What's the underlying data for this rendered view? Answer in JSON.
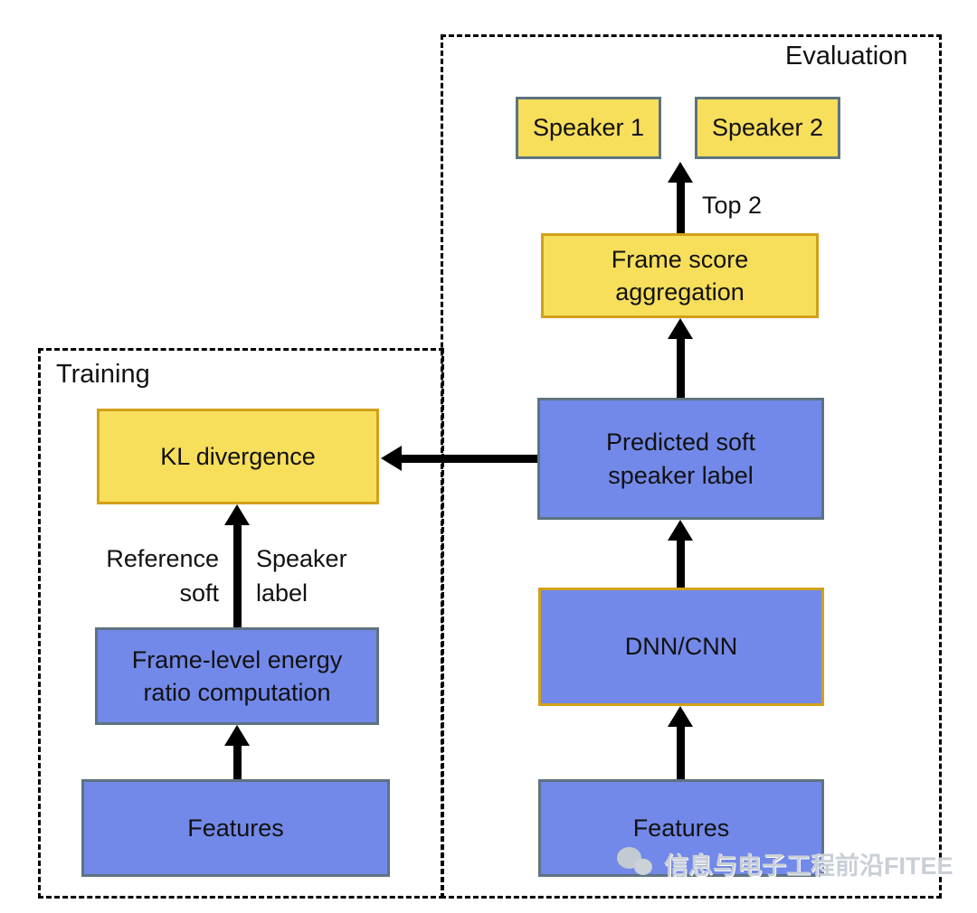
{
  "diagram": {
    "regions": {
      "training": {
        "label": "Training"
      },
      "evaluation": {
        "label": "Evaluation"
      }
    },
    "nodes": {
      "speaker1": {
        "label": "Speaker 1",
        "fill": "#f7de5b",
        "border": "#5e7380"
      },
      "speaker2": {
        "label": "Speaker 2",
        "fill": "#f7de5b",
        "border": "#5e7380"
      },
      "frame_score_aggregation": {
        "lines": [
          "Frame score",
          "aggregation"
        ],
        "fill": "#f7de5b",
        "border": "#d2a117"
      },
      "predicted_soft_speaker_label": {
        "lines": [
          "Predicted soft",
          "speaker label"
        ],
        "fill": "#7289e9",
        "border": "#5e7380"
      },
      "kl_divergence": {
        "label": "KL divergence",
        "fill": "#f7de5b",
        "border": "#d2a117"
      },
      "frame_level_energy_ratio": {
        "lines": [
          "Frame-level energy",
          "ratio computation"
        ],
        "fill": "#7289e9",
        "border": "#5e7380"
      },
      "features_left": {
        "label": "Features",
        "fill": "#7289e9",
        "border": "#5e7380"
      },
      "dnn_cnn": {
        "label": "DNN/CNN",
        "fill": "#7289e9",
        "border": "#d2a117"
      },
      "features_right": {
        "label": "Features",
        "fill": "#7289e9",
        "border": "#5e7380"
      }
    },
    "edge_labels": {
      "top2": "Top 2",
      "reference_soft": {
        "lines": [
          "Reference",
          "soft"
        ]
      },
      "speaker_label": {
        "lines": [
          "Speaker",
          "label"
        ]
      }
    },
    "watermark": {
      "text": "信息与电子工程前沿FITEE"
    },
    "colors": {
      "node_yellow": "#f7de5b",
      "node_blue": "#7289e9",
      "border_gray": "#5e7380",
      "border_orange": "#d2a117",
      "arrow": "#000000",
      "dashed_region": "#000000",
      "watermark_gray": "#c9cfd6"
    }
  }
}
